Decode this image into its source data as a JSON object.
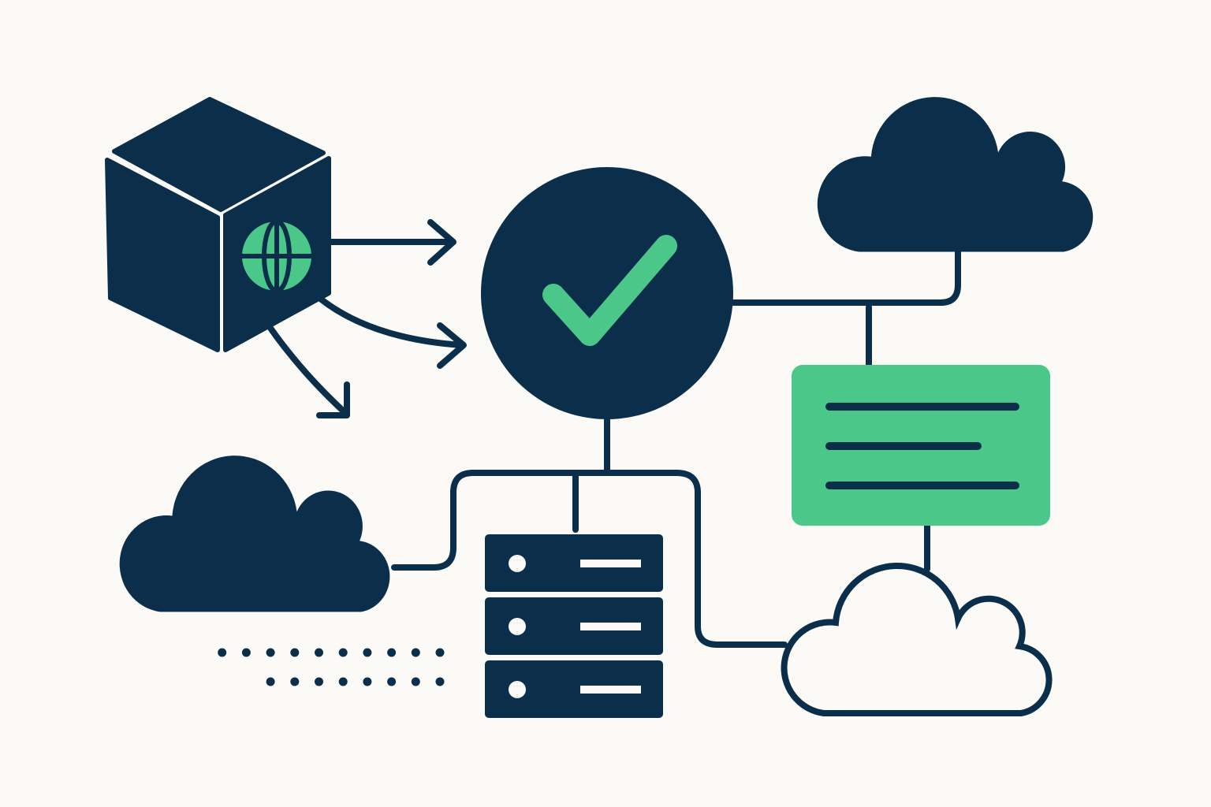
{
  "colors": {
    "background": "#fbfaf7",
    "navy": "#0b2e4a",
    "green": "#4cc78a"
  },
  "icons": {
    "package": "cube-icon",
    "globe": "globe-icon",
    "verified": "checkmark-icon",
    "document": "document-lines-icon",
    "server": "server-rack-icon",
    "clouds": [
      "cloud-icon",
      "cloud-icon",
      "cloud-outline-icon"
    ]
  },
  "server_units": 3,
  "document_lines": 3,
  "dot_rows": [
    10,
    8
  ]
}
